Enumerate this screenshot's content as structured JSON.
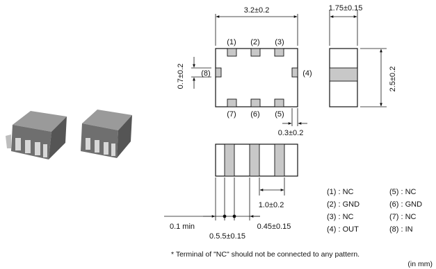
{
  "dimensions": {
    "length": "3.2±0.2",
    "thickness": "1.75±0.15",
    "width": "2.5±0.2",
    "end_pad": "0.7±0.2",
    "pad_width": "0.3±0.2",
    "land_width": "1.0±0.2",
    "pitch": "0.5.5±0.15",
    "gap": "0.45±0.15",
    "edge": "0.1 min"
  },
  "pin_numbers": [
    "(1)",
    "(2)",
    "(3)",
    "(4)",
    "(5)",
    "(6)",
    "(7)",
    "(8)"
  ],
  "pin_legend": [
    "(1) : NC",
    "(2) : GND",
    "(3) : NC",
    "(4) : OUT",
    "(5) : NC",
    "(6) : GND",
    "(7) : NC",
    "(8) : IN"
  ],
  "note": "* Terminal of \"NC\" should not be connected to any pattern.",
  "unit": "(in mm)",
  "colors": {
    "line": "#111111",
    "terminal": "#c8c8c8",
    "package": "#6f6f6f"
  }
}
